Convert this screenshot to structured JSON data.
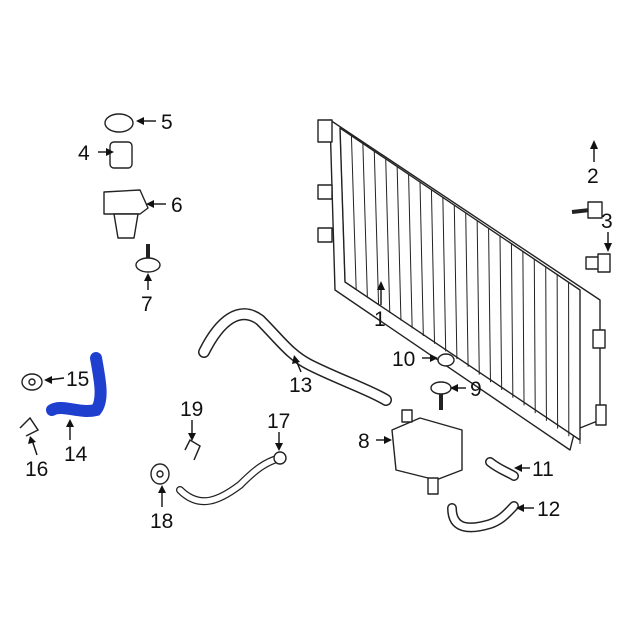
{
  "diagram": {
    "highlight_color": "#1f3fcf",
    "callouts": [
      {
        "id": "1",
        "part": "radiator"
      },
      {
        "id": "2",
        "part": "bolt"
      },
      {
        "id": "3",
        "part": "bolt"
      },
      {
        "id": "4",
        "part": "bracket-clip"
      },
      {
        "id": "5",
        "part": "cap"
      },
      {
        "id": "6",
        "part": "mount-bracket"
      },
      {
        "id": "7",
        "part": "bolt"
      },
      {
        "id": "8",
        "part": "reservoir"
      },
      {
        "id": "9",
        "part": "bolt"
      },
      {
        "id": "10",
        "part": "cap"
      },
      {
        "id": "11",
        "part": "hose"
      },
      {
        "id": "12",
        "part": "hose"
      },
      {
        "id": "13",
        "part": "hose"
      },
      {
        "id": "14",
        "part": "hose-highlighted"
      },
      {
        "id": "15",
        "part": "washer"
      },
      {
        "id": "16",
        "part": "clip"
      },
      {
        "id": "17",
        "part": "connector"
      },
      {
        "id": "18",
        "part": "washer"
      },
      {
        "id": "19",
        "part": "clip"
      }
    ]
  }
}
